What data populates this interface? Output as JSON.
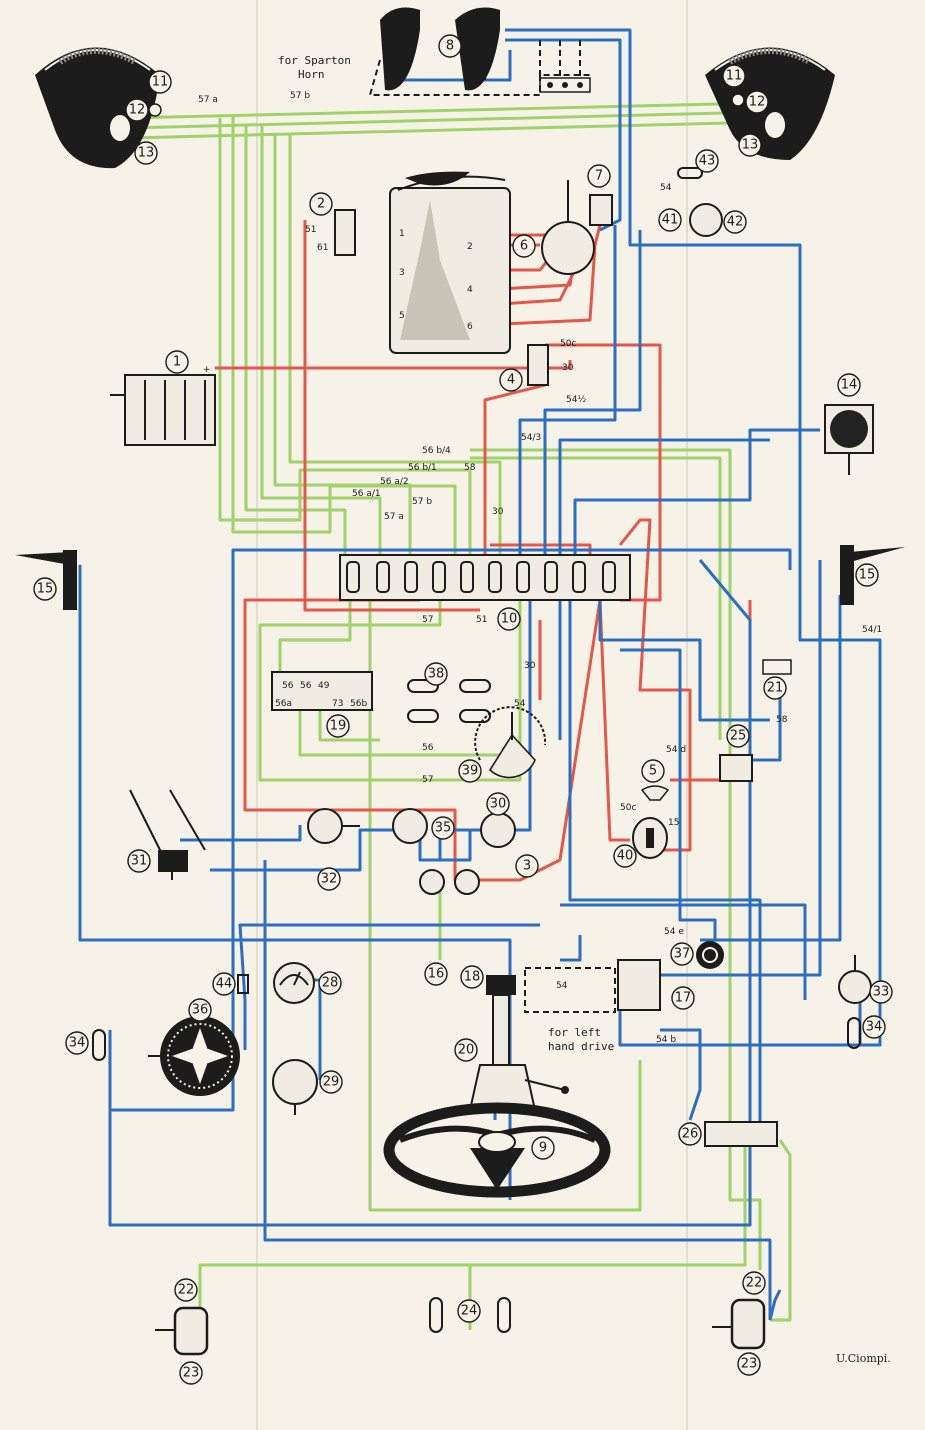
{
  "notes": {
    "sparton": [
      "for Sparton",
      "Horn"
    ],
    "left_hand_drive": [
      "for left",
      "hand drive"
    ],
    "signature": "U.Ciompi."
  },
  "gauge_terminals": [
    "1",
    "2",
    "3",
    "4",
    "5",
    "6"
  ],
  "wire_labels": {
    "w57a": "57 a",
    "w57b_top": "57 b",
    "w51": "51",
    "w61": "61",
    "w50c": "50c",
    "w30_a": "30",
    "w54half": "54½",
    "w54third": "54/3",
    "w56b4": "56 b/4",
    "w56b1": "56 b/1",
    "w56a1": "56 a/1",
    "w56a2": "56 a/2",
    "w58_top": "58",
    "w57b_mid": "57 b",
    "w57a_mid": "57 a",
    "w30_b": "30",
    "w57_fuse": "57",
    "w51_fuse": "51",
    "w30_c": "30",
    "w54_c": "54",
    "w56_c": "56",
    "w57_c": "57",
    "w54_right": "54/1",
    "w58_right": "58",
    "w54d": "54 d",
    "w50c_b": "50c",
    "w15": "15",
    "w54e": "54 e",
    "w54_lhd": "54",
    "w54b": "54 b",
    "w54_top": "54"
  },
  "switch19": [
    "56",
    "56",
    "49",
    "73",
    "56b",
    "56a"
  ],
  "callouts": {
    "c1": "1",
    "c2": "2",
    "c3": "3",
    "c4": "4",
    "c5": "5",
    "c6": "6",
    "c7": "7",
    "c8": "8",
    "c9": "9",
    "c10": "10",
    "c11L": "11",
    "c11R": "11",
    "c12L": "12",
    "c12R": "12",
    "c13L": "13",
    "c13R": "13",
    "c14": "14",
    "c15L": "15",
    "c15R": "15",
    "c16": "16",
    "c17": "17",
    "c18": "18",
    "c19": "19",
    "c20": "20",
    "c21": "21",
    "c22L": "22",
    "c22R": "22",
    "c23L": "23",
    "c23R": "23",
    "c24": "24",
    "c25": "25",
    "c26": "26",
    "c28": "28",
    "c29": "29",
    "c30": "30",
    "c31": "31",
    "c32": "32",
    "c33": "33",
    "c34L": "34",
    "c34R": "34",
    "c35": "35",
    "c36": "36",
    "c37": "37",
    "c38": "38",
    "c39": "39",
    "c40": "40",
    "c41": "41",
    "c42": "42",
    "c43": "43",
    "c44": "44"
  },
  "colors": {
    "blue_wire": "#2c6fc0",
    "green_wire": "#9fd36a",
    "red_wire": "#e4574a",
    "ink": "#1c1c1c",
    "paper": "#f6f2e8"
  }
}
